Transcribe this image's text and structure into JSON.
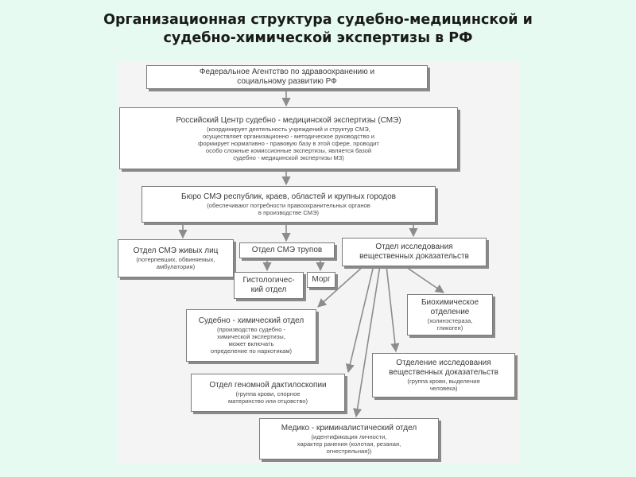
{
  "title": "Организационная структура судебно-медицинской и\nсудебно-химической экспертизы в РФ",
  "nodes": {
    "agency": {
      "title": "Федеральное Агентство по здравоохранению и\nсоциальному развитию РФ",
      "desc": ""
    },
    "center": {
      "title": "Российский Центр судебно - медицинской экспертизы (СМЭ)",
      "desc": "(координирует деятельность учреждений и структур СМЭ,\nосуществляет организационно - методическое руководство и\nформирует нормативно - правовую базу в этой сфере, проводит\nособо сложные комиссионные экспертизы, является базой\nсудебно - медицинской экспертизы МЗ)"
    },
    "bureau": {
      "title": "Бюро СМЭ республик, краев, областей и крупных городов",
      "desc": "(обеспечивают потребности правоохранительных органов\nв производстве СМЭ)"
    },
    "living": {
      "title": "Отдел СМЭ живых лиц",
      "desc": "(потерпевших, обвиняемых,\nамбулатория)"
    },
    "corpses": {
      "title": "Отдел СМЭ трупов",
      "desc": ""
    },
    "evidence": {
      "title": "Отдел исследования\nвещественных доказательств",
      "desc": ""
    },
    "histology": {
      "title": "Гистологичес-\nкий отдел",
      "desc": ""
    },
    "morgue": {
      "title": "Морг",
      "desc": ""
    },
    "chemical": {
      "title": "Судебно - химический отдел",
      "desc": "(производство судебно -\nхимической экспертизы,\nможет включать\nопределение по наркотикам)"
    },
    "biochem": {
      "title": "Биохимическое\nотделение",
      "desc": "(холинэстераза,\nгликоген)"
    },
    "genome": {
      "title": "Отдел геномной дактилоскопии",
      "desc": "(группа крови, спорное\nматеринство или отцовство)"
    },
    "evidence_dept": {
      "title": "Отделение исследования\nвещественных доказательств",
      "desc": "(группа крови, выделения\nчеловека)"
    },
    "criminal": {
      "title": "Медико - криминалистический отдел",
      "desc": "(идентификация личности,\nхарактер ранения (колотая, резаная,\nогнестрельная))"
    }
  },
  "colors": {
    "background": "#e6faf1",
    "canvas": "#f4f4f4",
    "box_border": "#7b7b7b",
    "edge": "#8c8c8c"
  }
}
